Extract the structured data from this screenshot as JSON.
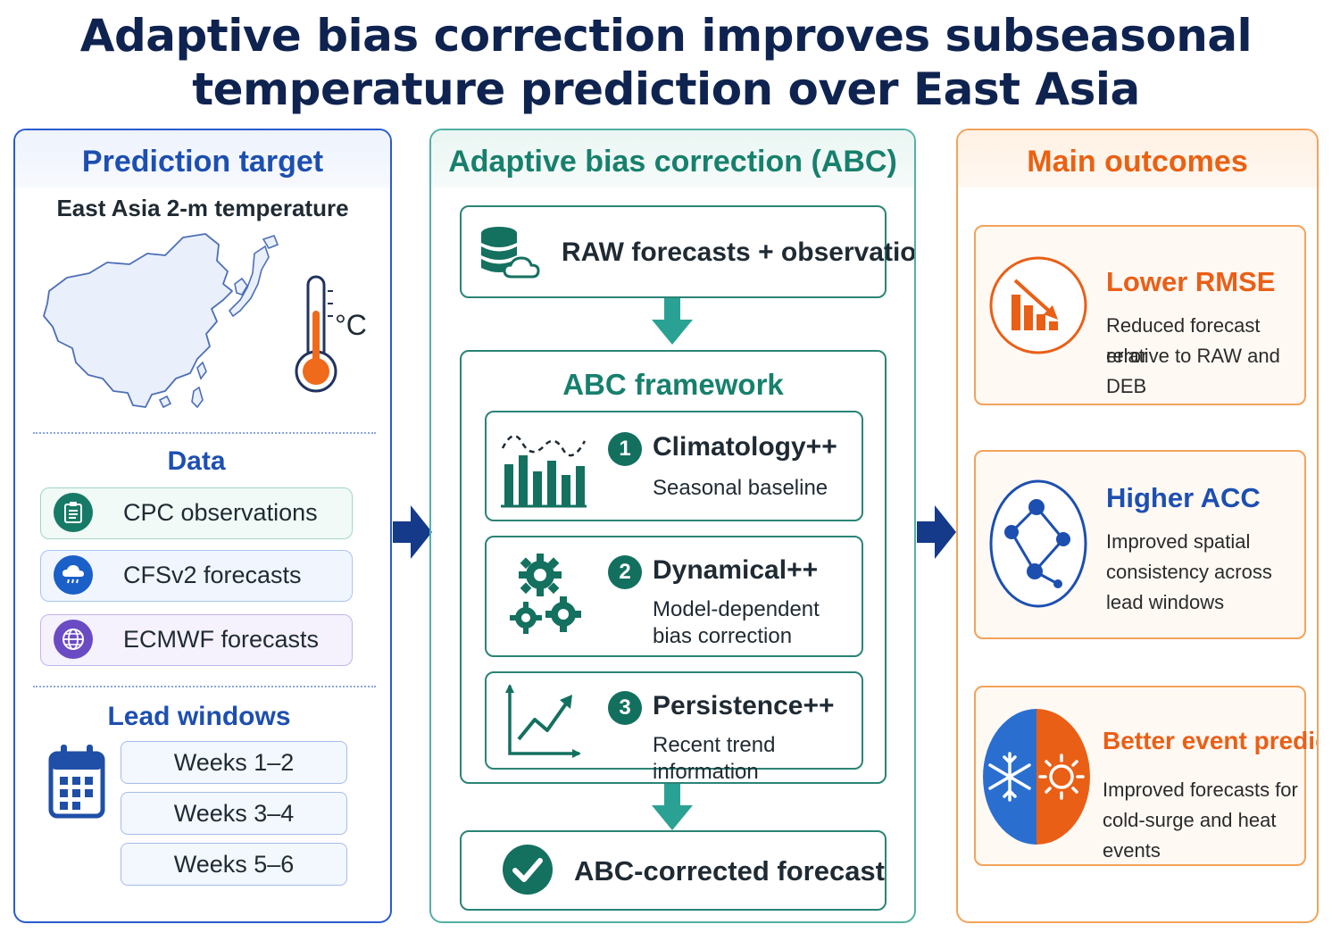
{
  "title": {
    "line1": "Adaptive bias correction improves subseasonal",
    "line2": "temperature prediction over East Asia"
  },
  "left": {
    "header": "Prediction target",
    "target_label": "East Asia 2-m temperature",
    "unit": "°C",
    "data_header": "Data",
    "data": [
      {
        "label": "CPC observations",
        "icon": "clipboard-icon"
      },
      {
        "label": "CFSv2 forecasts",
        "icon": "cloud-rain-icon"
      },
      {
        "label": "ECMWF forecasts",
        "icon": "globe-icon"
      }
    ],
    "lead_header": "Lead windows",
    "leads": [
      "Weeks 1–2",
      "Weeks 3–4",
      "Weeks 5–6"
    ]
  },
  "middle": {
    "header": "Adaptive bias correction (ABC)",
    "input": "RAW forecasts + observations",
    "framework": "ABC framework",
    "steps": [
      {
        "num": "1",
        "title": "Climatology++",
        "desc1": "Seasonal baseline",
        "desc2": ""
      },
      {
        "num": "2",
        "title": "Dynamical++",
        "desc1": "Model-dependent",
        "desc2": "bias correction"
      },
      {
        "num": "3",
        "title": "Persistence++",
        "desc1": "Recent trend information",
        "desc2": ""
      }
    ],
    "output": "ABC-corrected forecast"
  },
  "right": {
    "header": "Main outcomes",
    "outcomes": [
      {
        "title": "Lower RMSE",
        "lines": [
          "Reduced forecast error",
          "relative to RAW and DEB"
        ]
      },
      {
        "title": "Higher ACC",
        "lines": [
          "Improved spatial",
          "consistency across",
          "lead windows"
        ]
      },
      {
        "title": "Better event prediction",
        "lines": [
          "Improved forecasts for",
          "cold-surge and heat events"
        ]
      }
    ]
  },
  "colors": {
    "title": "#0f2350",
    "blue": "#1d4fb0",
    "teal": "#17806d",
    "orange": "#ea6112",
    "arrow_navy": "#153a8a",
    "arrow_teal": "#2aa293"
  }
}
